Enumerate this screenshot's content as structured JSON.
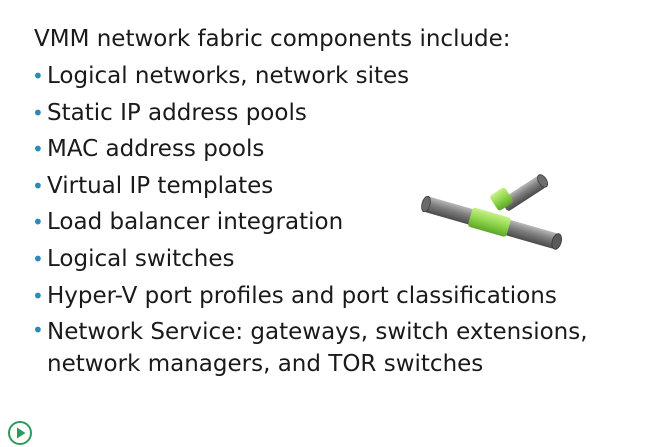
{
  "slide": {
    "heading": "VMM network fabric components include:",
    "bullets": [
      "Logical networks, network sites",
      "Static IP address pools",
      "MAC address pools",
      "Virtual IP templates",
      "Load balancer integration",
      "Logical switches",
      "Hyper-V port profiles and port classifications",
      "Network Service: gateways, switch extensions, network managers, and TOR switches"
    ],
    "bullet_glyph": "•",
    "illustration_icon": "pipe-tee-connector-icon",
    "play_icon": "play-circle-icon"
  },
  "colors": {
    "bullet": "#2a8bb8",
    "pipe_gray": "#7a7a7a",
    "pipe_joint": "#8fd64b",
    "play": "#2e9b5a"
  }
}
